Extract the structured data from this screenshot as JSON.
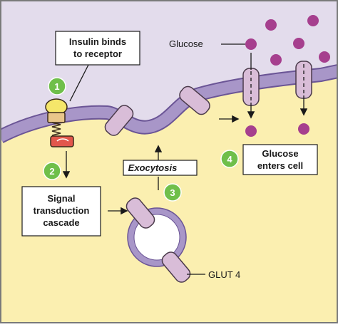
{
  "labels": {
    "insulin_line1": "Insulin binds",
    "insulin_line2": "to receptor",
    "glucose": "Glucose",
    "signal_line1": "Signal",
    "signal_line2": "transduction",
    "signal_line3": "cascade",
    "exocytosis": "Exocytosis",
    "glucose_enters_line1": "Glucose",
    "glucose_enters_line2": "enters cell",
    "glut4": "GLUT 4"
  },
  "steps": [
    "1",
    "2",
    "3",
    "4"
  ],
  "colors": {
    "extracellular": "#e3dcec",
    "cytoplasm": "#fbefb0",
    "membrane": "#a896c8",
    "membrane_edge": "#6b5596",
    "glut4": "#d9bdd8",
    "glucose": "#a63f8e",
    "step_circle": "#6fbf4a",
    "insulin": "#f5e66a",
    "receptor": "#e2574c"
  }
}
